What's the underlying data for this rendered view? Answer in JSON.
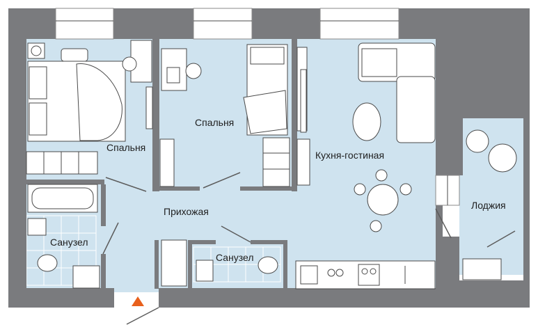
{
  "rooms": {
    "bedroom_left": "Спальня",
    "bedroom_middle": "Спальня",
    "kitchen_living": "Кухня-гостиная",
    "loggia": "Лоджия",
    "hallway": "Прихожая",
    "bathroom_left": "Санузел",
    "bathroom_right": "Санузел"
  },
  "colors": {
    "wall": "#7a7b7e",
    "floor": "#cfe3ef",
    "entrance_marker": "#e8601c"
  },
  "icons": {
    "entrance": "entrance-triangle-icon",
    "fan": "fan-icon"
  }
}
